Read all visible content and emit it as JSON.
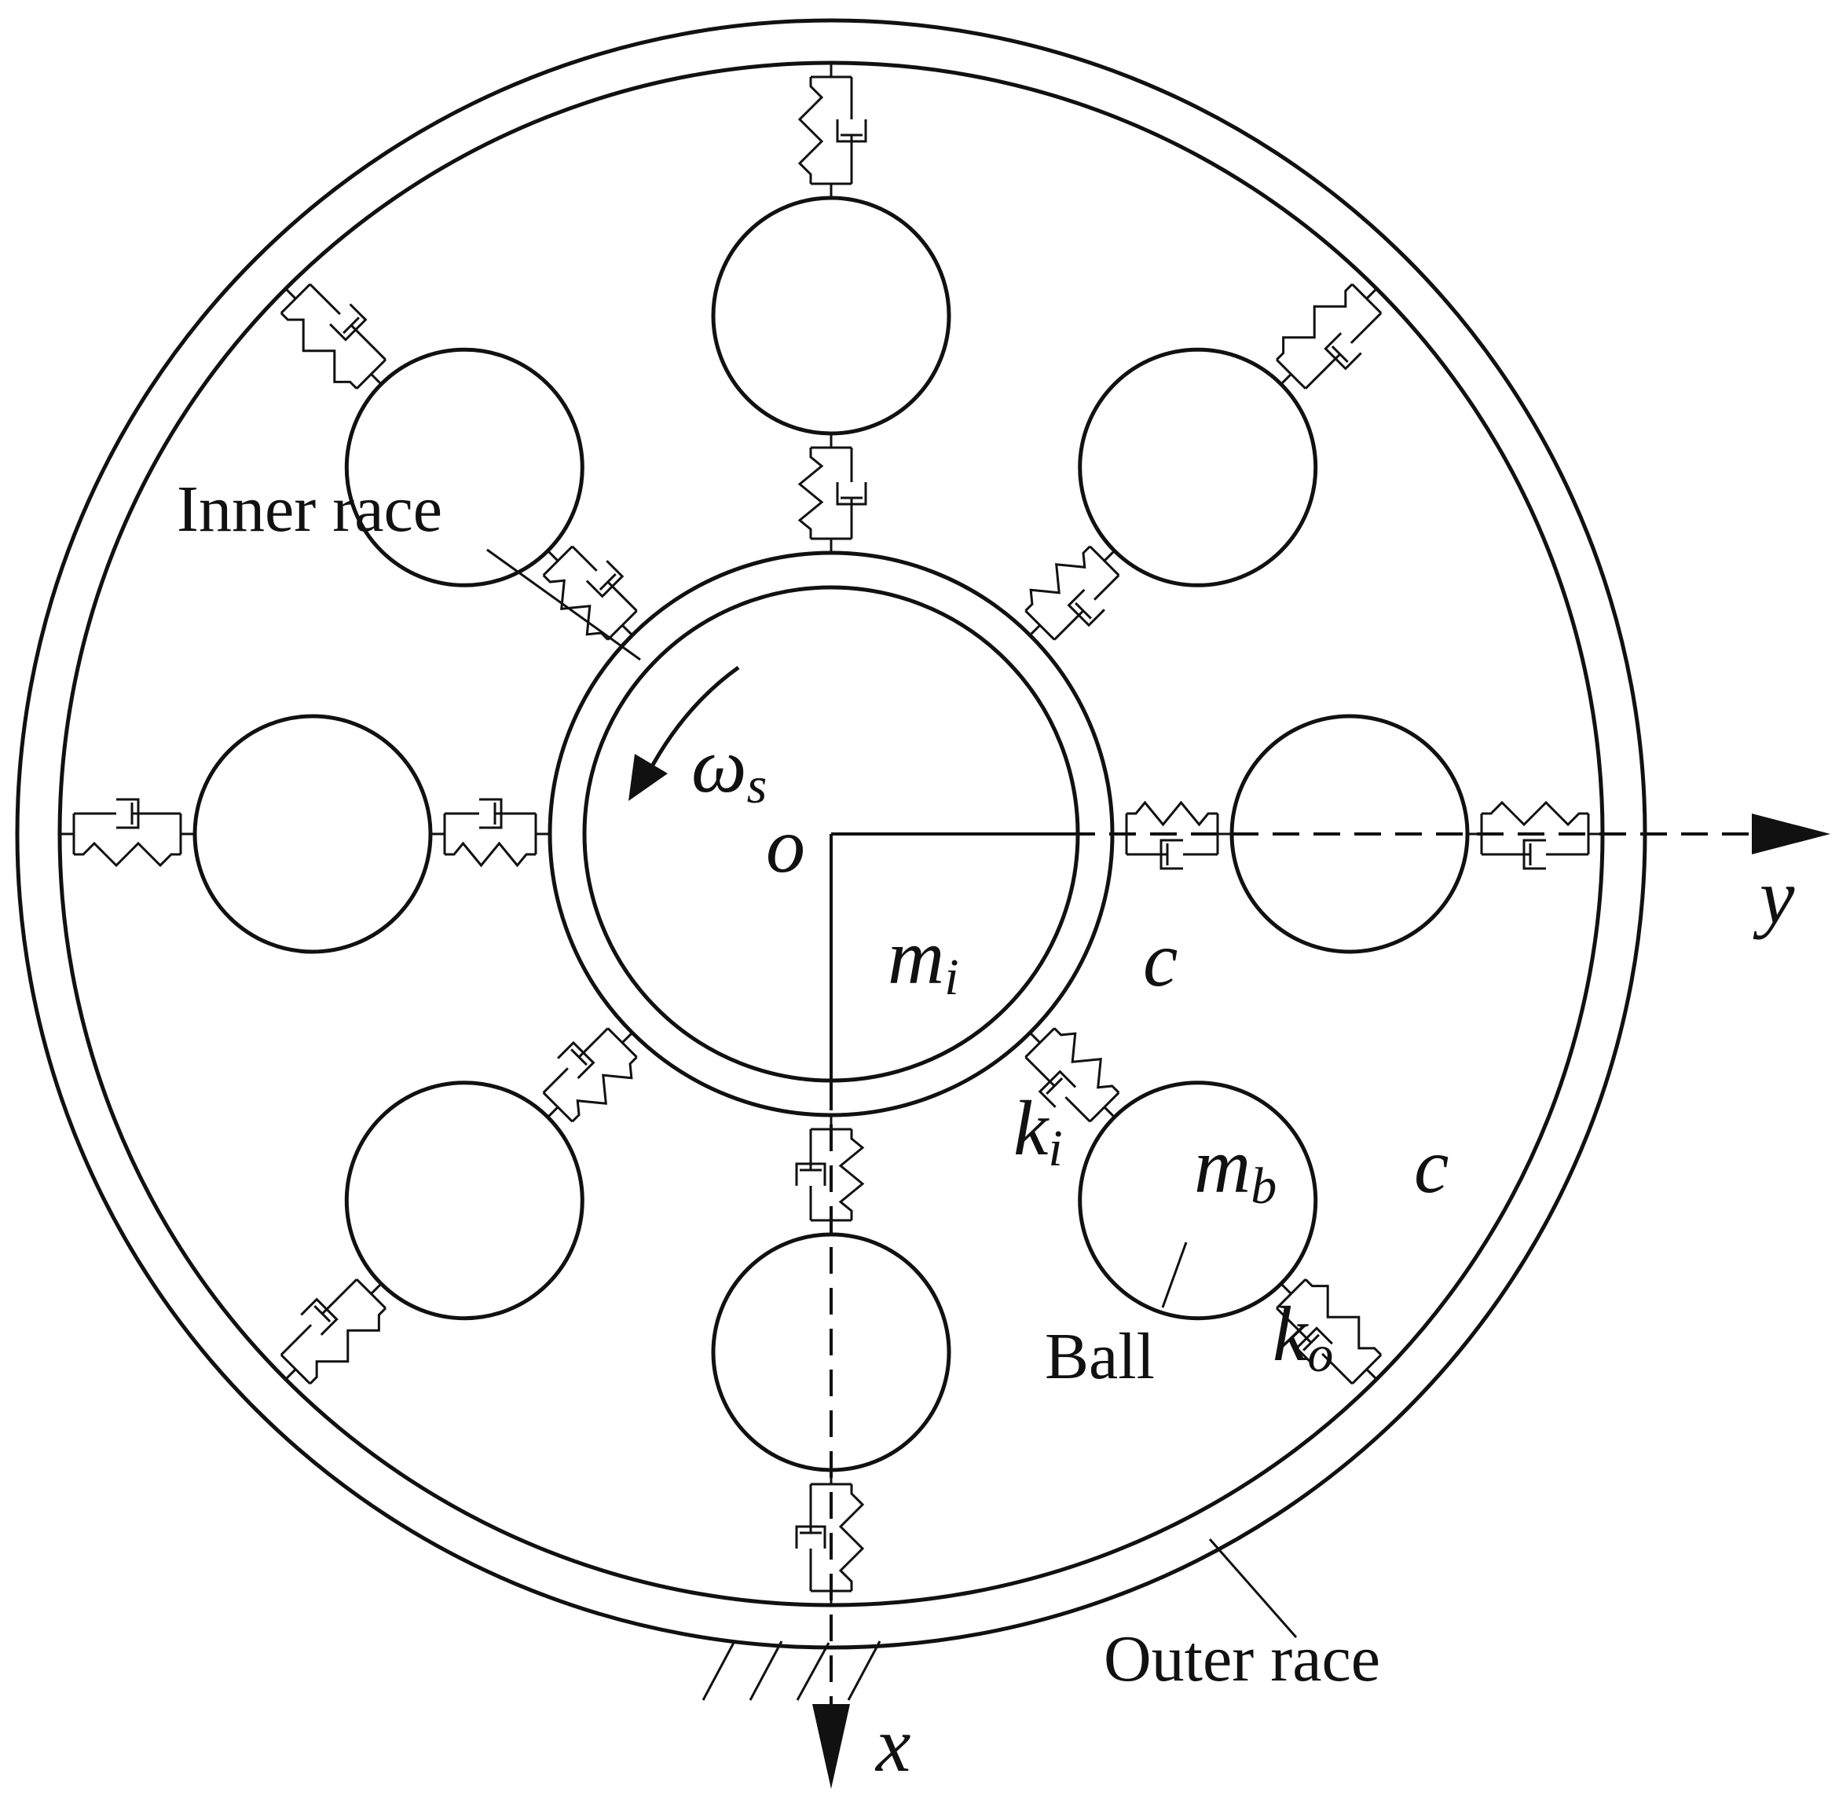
{
  "labels": {
    "inner_race": "Inner race",
    "outer_race": "Outer race",
    "ball": "Ball"
  },
  "symbols": {
    "origin": "o",
    "axis_x": "x",
    "axis_y": "y",
    "omega": "ω",
    "omega_sub": "s",
    "inner_mass": "m",
    "inner_mass_sub": "i",
    "ball_mass": "m",
    "ball_mass_sub": "b",
    "damping_inner": "c",
    "damping_outer": "c",
    "stiffness_inner": "k",
    "stiffness_inner_sub": "i",
    "stiffness_outer": "k",
    "stiffness_outer_sub": "o"
  },
  "ball_count": 8,
  "colors": {
    "line": "#111111",
    "background": "#ffffff"
  }
}
